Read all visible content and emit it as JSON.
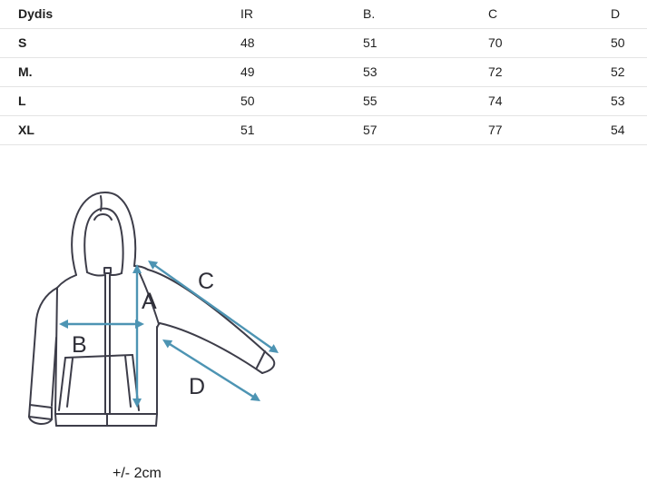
{
  "table": {
    "headers": [
      "Dydis",
      "IR",
      "B.",
      "C",
      "D"
    ],
    "rows": [
      [
        "S",
        "48",
        "51",
        "70",
        "50"
      ],
      [
        "M.",
        "49",
        "53",
        "72",
        "52"
      ],
      [
        "L",
        "50",
        "55",
        "74",
        "53"
      ],
      [
        "XL",
        "51",
        "57",
        "77",
        "54"
      ]
    ]
  },
  "diagram": {
    "labels": {
      "a": "A",
      "b": "B",
      "c": "C",
      "d": "D"
    },
    "tolerance_note": "+/- 2cm",
    "arrow_color": "#4d94b3",
    "outline_color": "#3d3d49",
    "label_color": "#2f2f38"
  }
}
